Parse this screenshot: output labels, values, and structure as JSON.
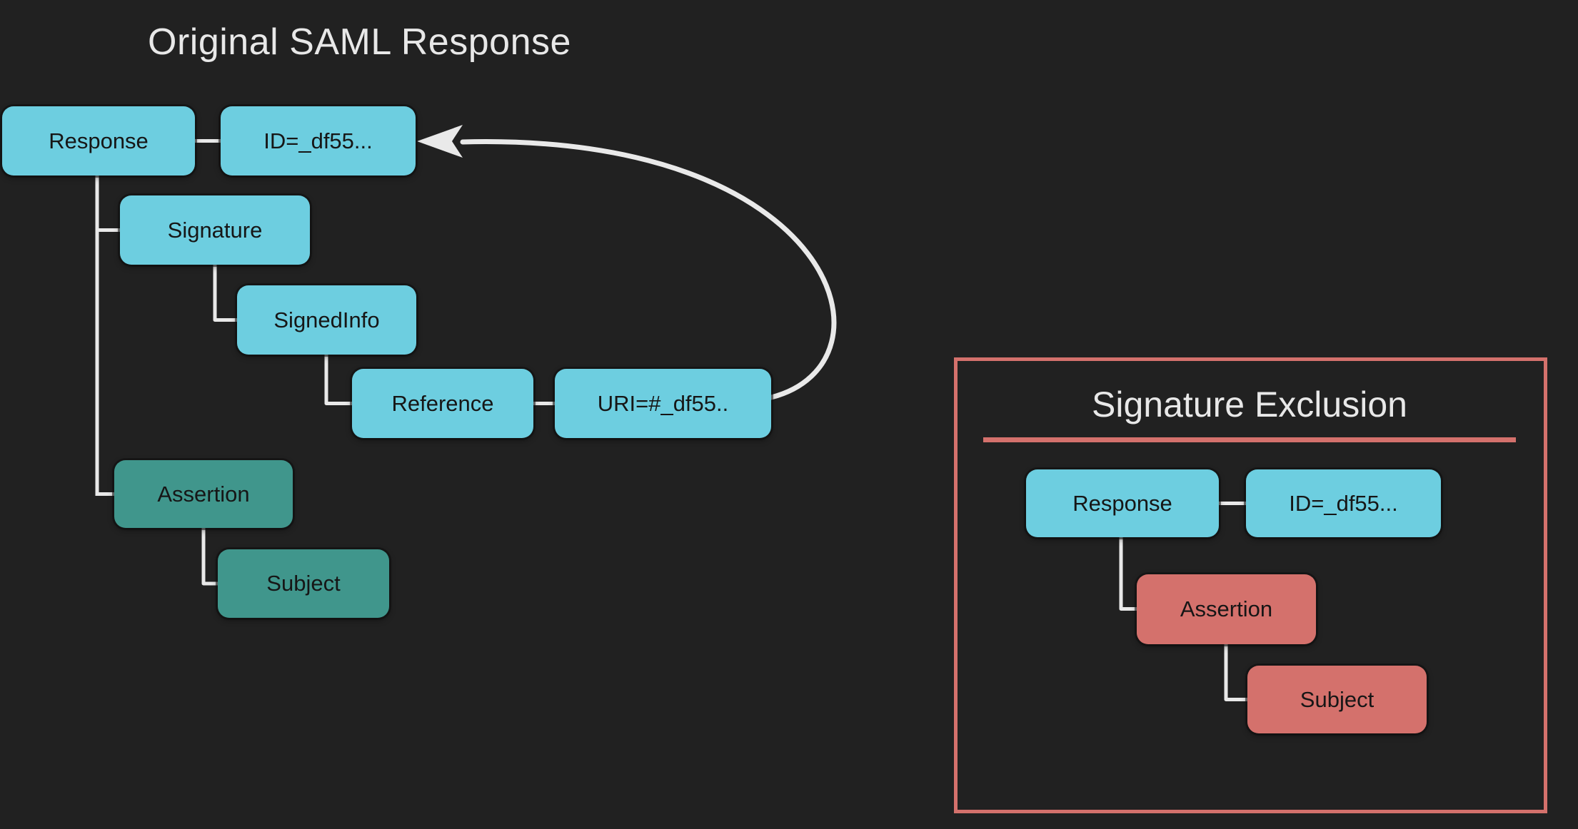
{
  "left_diagram": {
    "title": "Original SAML Response",
    "nodes": {
      "response": "Response",
      "id": "ID=_df55...",
      "signature": "Signature",
      "signedinfo": "SignedInfo",
      "reference": "Reference",
      "uri": "URI=#_df55..",
      "assertion": "Assertion",
      "subject": "Subject"
    }
  },
  "right_panel": {
    "title": "Signature Exclusion",
    "nodes": {
      "response": "Response",
      "id": "ID=_df55...",
      "assertion": "Assertion",
      "subject": "Subject"
    }
  },
  "colors": {
    "background": "#212121",
    "node_cyan": "#6dcee0",
    "node_teal": "#40968c",
    "node_red": "#d4716c",
    "panel_border": "#d4716c",
    "connector": "#e9e9e9",
    "title_text": "#e8e8e8",
    "node_text": "#161616"
  }
}
